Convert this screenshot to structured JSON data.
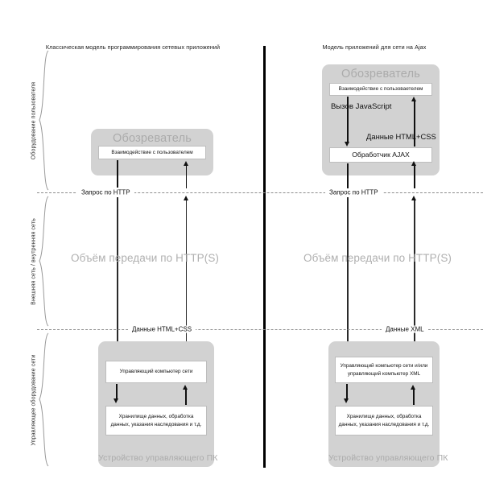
{
  "titles": {
    "left": "Классическая модель программирования сетевых приложений",
    "right": "Модель приложений для сети на Ajax"
  },
  "zones": [
    {
      "id": "user-equipment",
      "label": "Оборудование пользователя"
    },
    {
      "id": "external-internal-network",
      "label": "Внешняя сеть / внутренняя сеть"
    },
    {
      "id": "network-control-equipment",
      "label": "Управляющее оборудование сети"
    }
  ],
  "separators": {
    "http_request_left": "Запрос по HTTP",
    "http_request_right": "Запрос по HTTP",
    "data_left": "Данные HTML+CSS",
    "data_right": "Данные XML"
  },
  "transit": {
    "left": "Объём передачи по HTTP(S)",
    "right": "Объём передачи по HTTP(S)"
  },
  "left_model": {
    "browser_panel": {
      "title": "Обозреватель",
      "interaction_box": "Взаимодействие с пользователем"
    },
    "server_panel": {
      "title": "Устройство управляющего ПК",
      "network_computer_box": "Управляющий компьютер сети",
      "storage_box": "Хранилище данных, обработка данных, указания наследования и т.д."
    }
  },
  "right_model": {
    "browser_panel": {
      "title": "Обозреватель",
      "interaction_box": "Взаимодействие с пользовaетелем",
      "javascript_call_label": "Вызов JavaScript",
      "html_css_data_label": "Данные HTML+CSS",
      "ajax_handler_box": "Обработчик AJAX"
    },
    "server_panel": {
      "title": "Устройство управляющего ПК",
      "network_computer_box": "Управляющий компьютер сети и/или управляющий компьютер XML",
      "storage_box": "Хранилище данных, обработка данных, указания наследования и т.д."
    }
  },
  "colors": {
    "panel_gray": "#d2d2d2",
    "panel_title_gray": "#ababab",
    "transit_gray": "#b0b0b0",
    "divider_black": "#000000",
    "dash_gray": "#8d8d8d"
  }
}
